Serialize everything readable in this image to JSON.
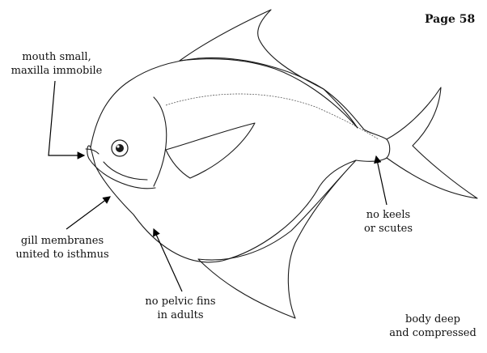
{
  "page": {
    "number_label": "Page 58"
  },
  "annotations": {
    "mouth": [
      "mouth small,",
      "maxilla immobile"
    ],
    "gill": [
      "gill membranes",
      "united to isthmus"
    ],
    "pelvic": [
      "no pelvic fins",
      "in adults"
    ],
    "keels": [
      "no keels",
      "or scutes"
    ],
    "body": [
      "body deep",
      "and compressed"
    ]
  },
  "figure": {
    "subject": "fish-outline",
    "line_color": "#1a1a1a",
    "arrow_color": "#000000"
  }
}
